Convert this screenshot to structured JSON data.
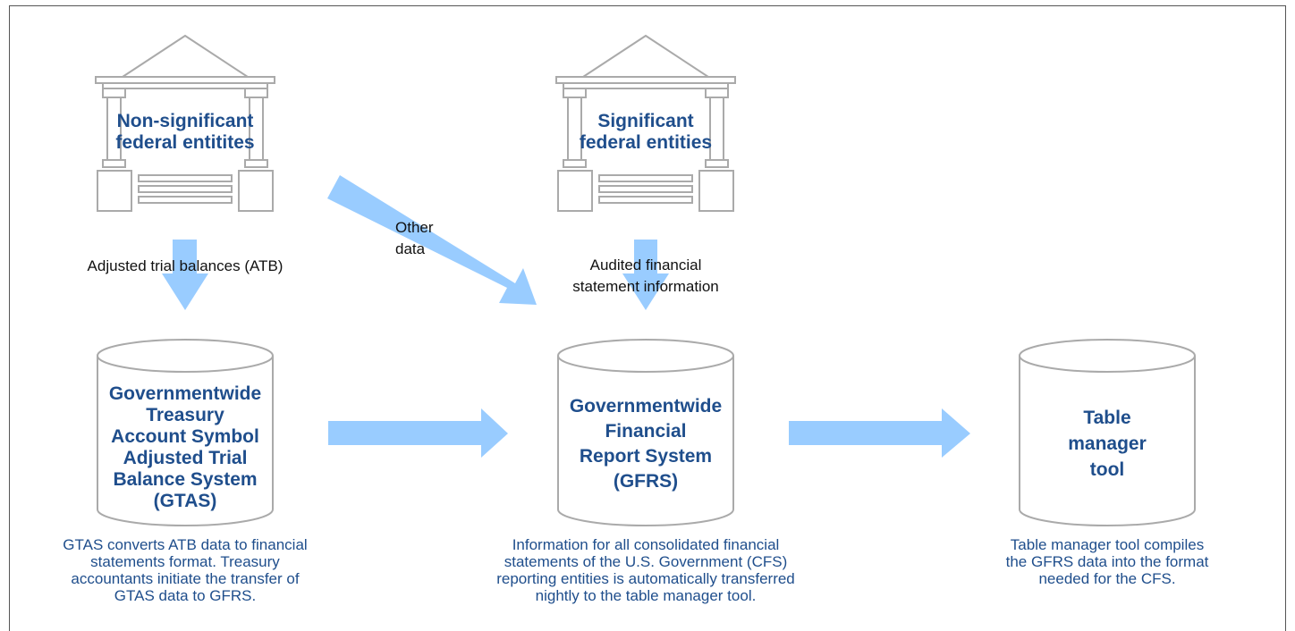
{
  "entities": {
    "non_significant": "Non-significant\nfederal entitites",
    "significant": "Significant\nfederal entities"
  },
  "arrows": {
    "atb": "Adjusted trial balances (ATB)",
    "other_data": "Other\ndata",
    "audited": "Audited financial\nstatement information"
  },
  "systems": {
    "gtas": "Governmentwide\nTreasury\nAccount Symbol\nAdjusted Trial\nBalance System\n(GTAS)",
    "gfrs": "Governmentwide\nFinancial\nReport System\n(GFRS)",
    "table_manager": "Table\nmanager\ntool"
  },
  "descriptions": {
    "gtas": "GTAS converts ATB data to financial\nstatements format. Treasury\naccountants initiate the transfer of\nGTAS data to GFRS.",
    "gfrs": "Information for all consolidated financial\nstatements of the U.S. Government (CFS)\nreporting entities is automatically transferred\nnightly to the table manager tool.",
    "table_manager": "Table manager tool compiles\nthe GFRS data into the format\nneeded for the CFS."
  },
  "colors": {
    "title_text": "#1f4e8c",
    "arrow_fill": "#99ccff",
    "outline": "#aaaaaa"
  }
}
